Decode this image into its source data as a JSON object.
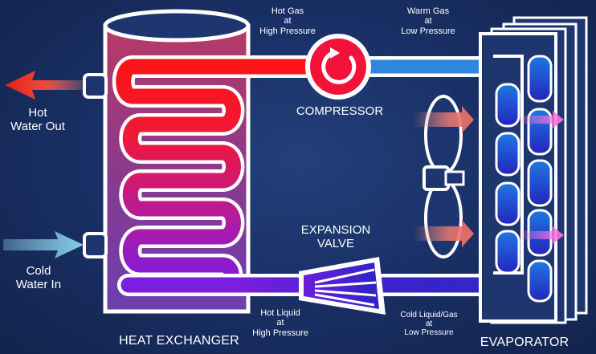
{
  "labels": {
    "hot_gas": [
      "Hot Gas",
      "at",
      "High Pressure"
    ],
    "warm_gas": [
      "Warm Gas",
      "at",
      "Low Pressure"
    ],
    "compressor": "COMPRESSOR",
    "hot_water_out": [
      "Hot",
      "Water Out"
    ],
    "cold_water_in": [
      "Cold",
      "Water In"
    ],
    "expansion_valve": [
      "EXPANSION",
      "VALVE"
    ],
    "hot_liquid": [
      "Hot Liquid",
      "at",
      "High Pressure"
    ],
    "cold_liquid_gas": [
      "Cold Liquid/Gas",
      "at",
      "Low Pressure"
    ],
    "heat_exchanger": "HEAT EXCHANGER",
    "evaporator": "EVAPORATOR"
  },
  "colors": {
    "background": "#1a3168",
    "hot": "#ff1a1a",
    "warm_hot": "#e8204f",
    "purple": "#8a1fd6",
    "deep_blue": "#2424c8",
    "cool_blue": "#1f6fd6",
    "outline": "#ffffff",
    "hot_water_arrow": "#e0302a",
    "cold_water_arrow": "#6fc8e0"
  }
}
